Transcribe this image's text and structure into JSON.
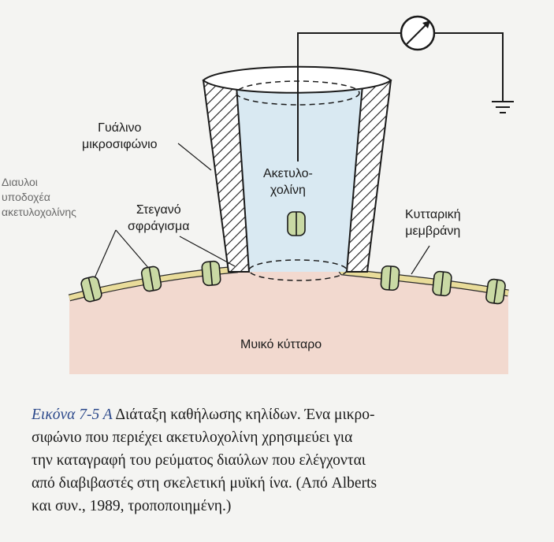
{
  "labels": {
    "pipette": [
      "Γυάλινο",
      "μικροσιφώνιο"
    ],
    "channels": [
      "Διαυλοι",
      "υποδοχέα",
      "ακετυλοχολίνης"
    ],
    "seal": [
      "Στεγανό",
      "σφράγισμα"
    ],
    "acetylcholine": [
      "Ακετυλο-",
      "χολίνη"
    ],
    "membrane": [
      "Κυτταρική",
      "μεμβράνη"
    ],
    "muscle": "Μυικό κύτταρο"
  },
  "caption": {
    "figure_number": "Εικόνα 7-5 Α",
    "lines": [
      "Διάταξη καθήλωσης κηλίδων. Ένα μικρο-",
      "σιφώνιο που περιέχει ακετυλοχολίνη χρησιμεύει για",
      "την καταγραφή του ρεύματος διαύλων που ελέγχονται",
      "από διαβιβαστές στη σκελετική μυϊκή ίνα. (Από Alberts",
      "και συν., 1989, τροποποιημένη.)"
    ]
  },
  "colors": {
    "cell": "#f2d9cf",
    "membrane": "#e9dc9a",
    "channel": "#c9d9a4",
    "pipette_inside": "#d9e9f2",
    "background": "#f4f4f2"
  },
  "icons": [
    "ammeter-icon",
    "ground-icon"
  ]
}
